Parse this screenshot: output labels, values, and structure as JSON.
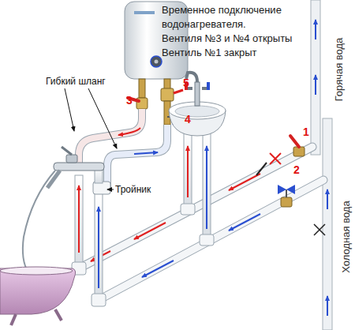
{
  "diagram": {
    "title": "Временное подключение водонагревателя.",
    "labels": [
      "Вентиля №3 и №4 открыты",
      "Вентиль №1 закрыт",
      "3",
      "5",
      "4",
      "1",
      "2",
      "Горячая вода",
      "Холодная вода",
      "Гибкий шланг",
      "Тройник"
    ]
  }
}
